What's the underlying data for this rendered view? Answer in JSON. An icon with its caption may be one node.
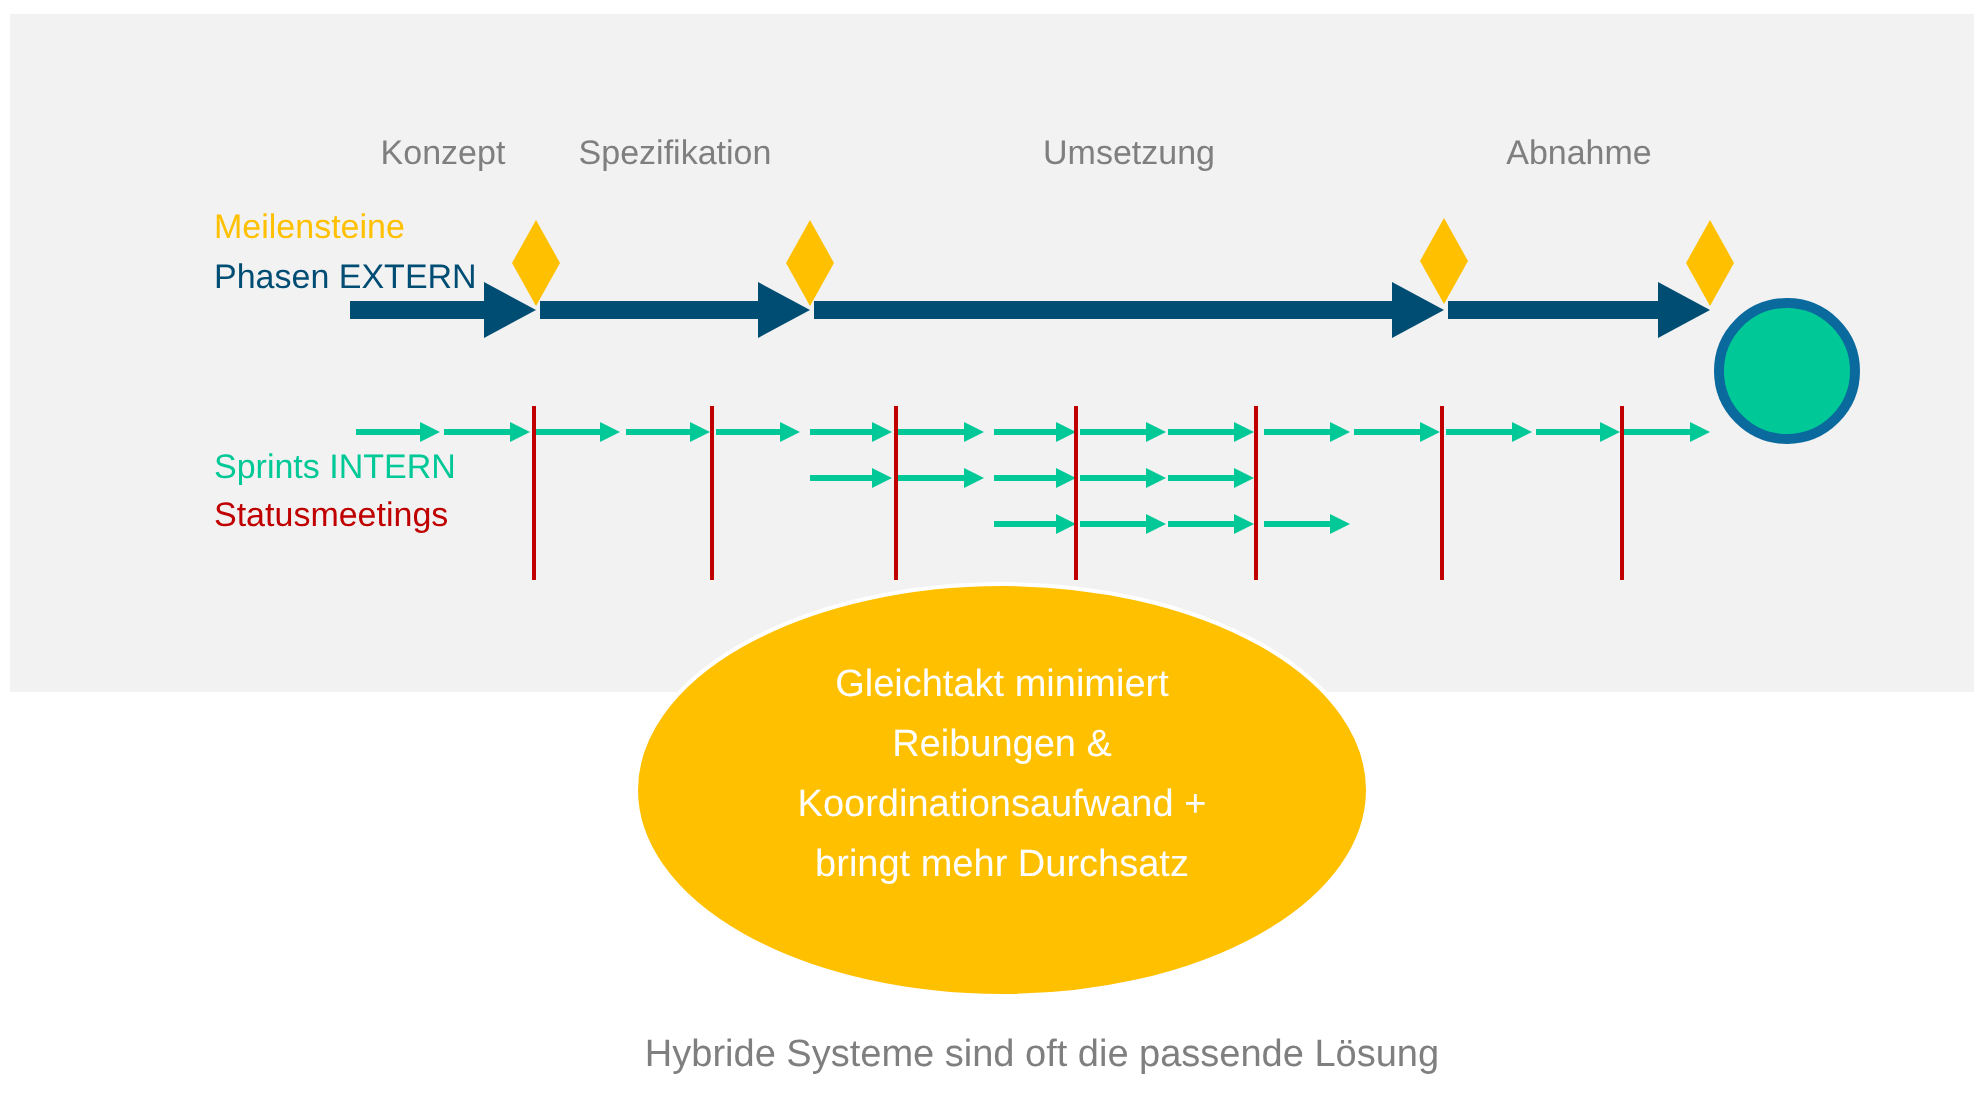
{
  "diagram": {
    "caption": "Hybride Systeme sind oft die passende Lösung",
    "nodes": [
      {
        "text": [],
        "shape": "diamond"
      },
      {
        "text": [],
        "shape": "diamond"
      },
      {
        "text": [],
        "shape": "diamond"
      },
      {
        "text": [],
        "shape": "diamond"
      },
      {
        "text": [],
        "shape": "circle"
      },
      {
        "text": [
          "Gleichtakt minimiert Reibungen & Koordinationsaufwand + bringt mehr Durchsatz"
        ]
      }
    ],
    "edges": [
      {
        "from": null,
        "to": 0,
        "arrow": "to",
        "label": "Konzept"
      },
      {
        "from": 0,
        "to": 1,
        "arrow": "to",
        "label": "Spezifikation"
      },
      {
        "from": 1,
        "to": 2,
        "arrow": "to",
        "label": "Umsetzung"
      },
      {
        "from": 2,
        "to": 3,
        "arrow": "to",
        "label": "Abnahme"
      }
    ],
    "legend": [
      {
        "text": "Meilensteine",
        "color": "#ffc000"
      },
      {
        "text": "Phasen EXTERN",
        "color": "#004d73"
      },
      {
        "text": "Sprints INTERN",
        "color": "#00c896"
      },
      {
        "text": "Statusmeetings",
        "color": "#c00000"
      }
    ]
  }
}
